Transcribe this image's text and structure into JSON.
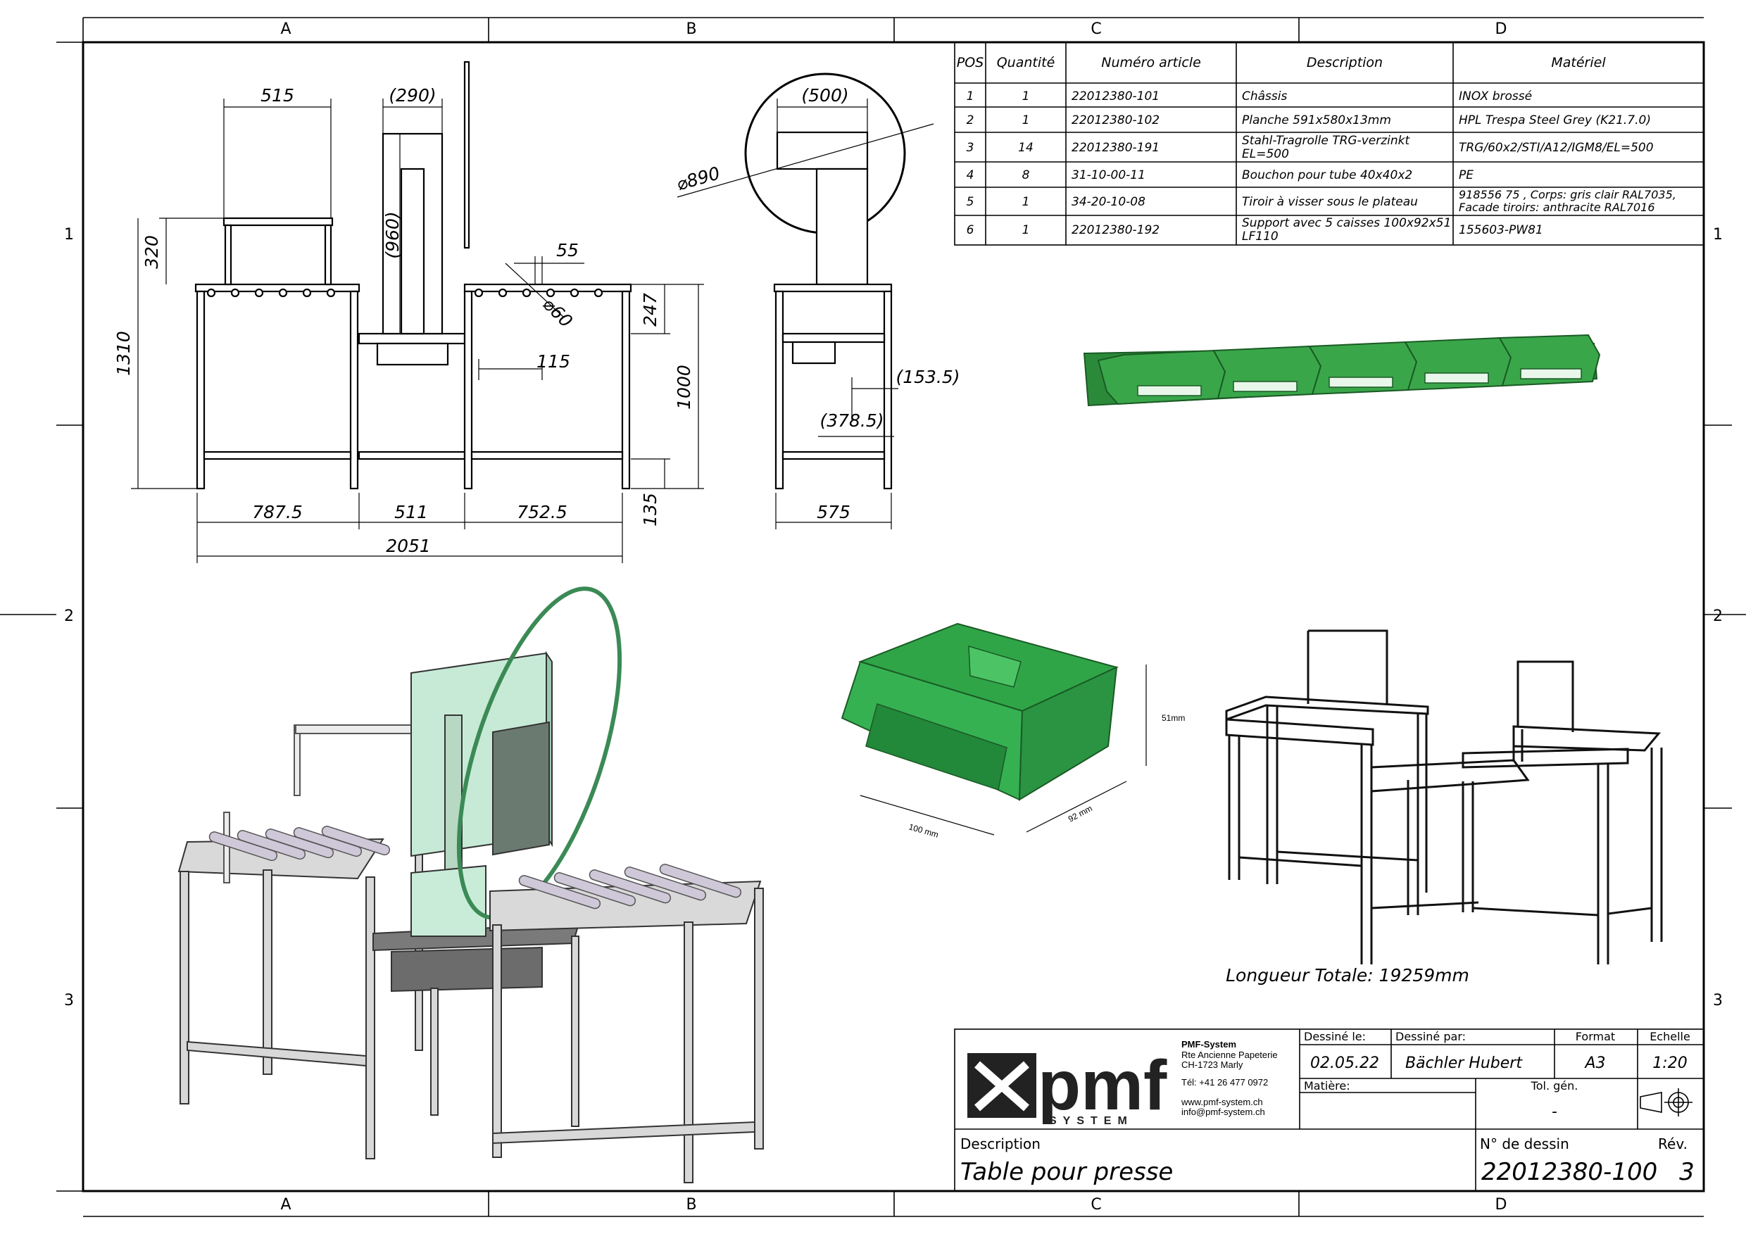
{
  "drawing": {
    "columns": [
      "A",
      "B",
      "C",
      "D"
    ],
    "rows": [
      "1",
      "2",
      "3"
    ]
  },
  "dimensions": {
    "front": {
      "d515": "515",
      "d290": "(290)",
      "d960": "(960)",
      "d320": "320",
      "d1310": "1310",
      "d55": "55",
      "d60": "60",
      "d247": "247",
      "d115": "115",
      "d1000": "1000",
      "d135": "135",
      "d787": "787.5",
      "d511": "511",
      "d752": "752.5",
      "d2051": "2051"
    },
    "side": {
      "d500": "(500)",
      "d890": "890",
      "d153": "(153.5)",
      "d378": "(378.5)",
      "d575": "575"
    }
  },
  "bom": {
    "headers": [
      "POS",
      "Quantité",
      "Numéro article",
      "Description",
      "Matériel"
    ],
    "rows": [
      {
        "pos": "1",
        "qty": "1",
        "article": "22012380-101",
        "desc1": "Châssis",
        "desc2": "",
        "mat1": "INOX brossé",
        "mat2": ""
      },
      {
        "pos": "2",
        "qty": "1",
        "article": "22012380-102",
        "desc1": "Planche 591x580x13mm",
        "desc2": "",
        "mat1": "HPL Trespa Steel Grey (K21.7.0)",
        "mat2": ""
      },
      {
        "pos": "3",
        "qty": "14",
        "article": "22012380-191",
        "desc1": "Stahl-Tragrolle TRG-verzinkt",
        "desc2": "EL=500",
        "mat1": "TRG/60x2/STI/A12/IGM8/EL=500",
        "mat2": ""
      },
      {
        "pos": "4",
        "qty": "8",
        "article": "31-10-00-11",
        "desc1": "Bouchon pour tube 40x40x2",
        "desc2": "",
        "mat1": "PE",
        "mat2": ""
      },
      {
        "pos": "5",
        "qty": "1",
        "article": "34-20-10-08",
        "desc1": "Tiroir à visser sous le plateau",
        "desc2": "",
        "mat1": "918556 75 , Corps: gris clair RAL7035,",
        "mat2": "Facade tiroirs: anthracite RAL7016"
      },
      {
        "pos": "6",
        "qty": "1",
        "article": "22012380-192",
        "desc1": "Support avec 5 caisses 100x92x51",
        "desc2": "LF110",
        "mat1": "155603-PW81",
        "mat2": ""
      }
    ]
  },
  "bin_dims": {
    "height": "51mm",
    "width": "100 mm",
    "depth": "92 mm"
  },
  "note_total_length": "Longueur Totale: 19259mm",
  "title_block": {
    "company": {
      "logo_text": "pmf",
      "logo_sub": "SYSTEM",
      "name": "PMF-System",
      "addr1": "Rte Ancienne Papeterie",
      "addr2": "CH-1723 Marly",
      "tel": "Tél:  +41 26 477 0972",
      "web": "www.pmf-system.ch",
      "mail": "info@pmf-system.ch"
    },
    "drawn_on_label": "Dessiné le:",
    "drawn_on": "02.05.22",
    "drawn_by_label": "Dessiné par:",
    "drawn_by": "Bächler Hubert",
    "format_label": "Format",
    "format": "A3",
    "scale_label": "Echelle",
    "scale": "1:20",
    "material_label": "Matière:",
    "tol_label": "Tol. gén.",
    "tol": "-",
    "description_label": "Description",
    "description": "Table pour presse",
    "number_label": "N° de dessin",
    "number": "22012380-100",
    "rev_label": "Rév.",
    "rev": "3"
  },
  "colors": {
    "bin_green": "#2e9e3e",
    "press_green": "#cdeedd",
    "frame_grey": "#cfcfcf",
    "ring_green": "#3b8a55"
  }
}
